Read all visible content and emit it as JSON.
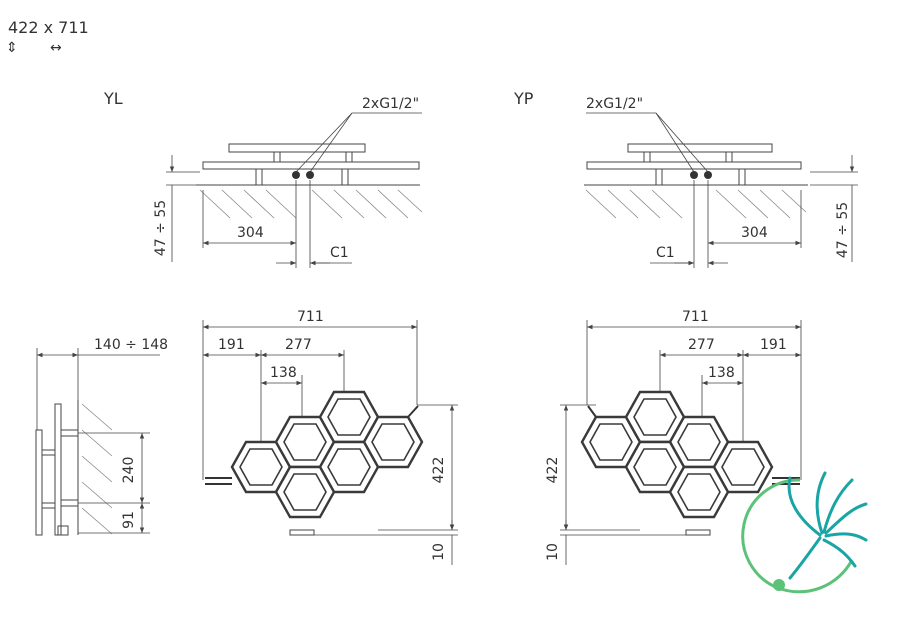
{
  "header": {
    "size": "422 x 711",
    "arrow_vertical": "⇕",
    "arrow_horizontal": "↔"
  },
  "variants": {
    "left": {
      "code": "YL",
      "connection": "2xG1/2\"",
      "dim_offset": "304",
      "dim_c1": "C1",
      "dim_wall": "47 ÷ 55",
      "dim_width": "711",
      "dim_a": "191",
      "dim_b": "277",
      "dim_c": "138",
      "dim_height": "422",
      "dim_floor": "10"
    },
    "right": {
      "code": "YP",
      "connection": "2xG1/2\"",
      "dim_offset": "304",
      "dim_c1": "C1",
      "dim_wall": "47 ÷ 55",
      "dim_width": "711",
      "dim_a": "191",
      "dim_b": "277",
      "dim_c": "138",
      "dim_height": "422",
      "dim_floor": "10"
    }
  },
  "side_view": {
    "depth": "140 ÷ 148",
    "bracket_spacing": "240",
    "bracket_bottom": "91"
  },
  "logo": {
    "color_teal": "#1aa5a5",
    "color_green": "#5cc27a",
    "name": "fan-logo-icon"
  },
  "colors": {
    "line": "#444444",
    "hatch": "#888888"
  }
}
